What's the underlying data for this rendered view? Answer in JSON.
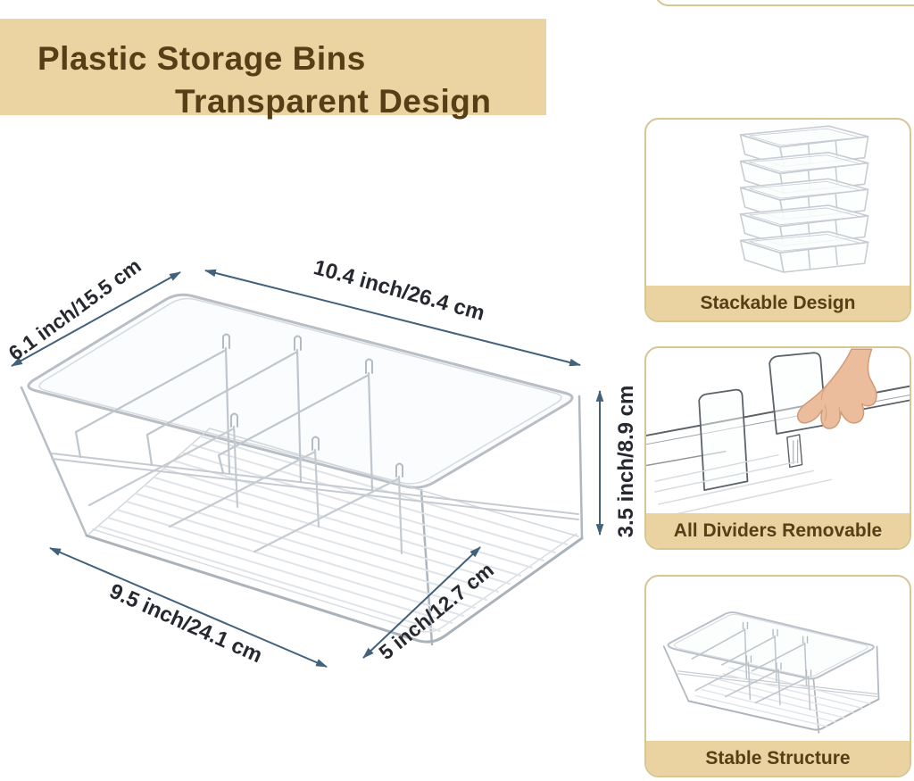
{
  "header": {
    "line1": "Plastic Storage Bins",
    "line2": "Transparent Design",
    "background": "#EBD3A2",
    "text_color": "#573E16"
  },
  "diagram": {
    "labels": {
      "length_top": "10.4 inch/26.4 cm",
      "width_left": "6.1 inch/15.5 cm",
      "height_right": "3.5 inch/8.9 cm",
      "length_bottom": "9.5 inch/24.1 cm",
      "width_bottom": "5 inch/12.7 cm"
    },
    "arrow_color": "#42617B",
    "label_color": "#26292F",
    "lineart_color": "#BFC6CD"
  },
  "features": [
    {
      "caption": "Stackable Design",
      "icon": "stacked-bins-illustration"
    },
    {
      "caption": "All Dividers Removable",
      "icon": "hand-removing-divider-illustration"
    },
    {
      "caption": "Stable Structure",
      "icon": "divided-bin-illustration"
    }
  ],
  "feature_panel": {
    "border_color": "#D6C693",
    "caption_background": "#EAD2A1",
    "caption_color": "#573E16"
  }
}
